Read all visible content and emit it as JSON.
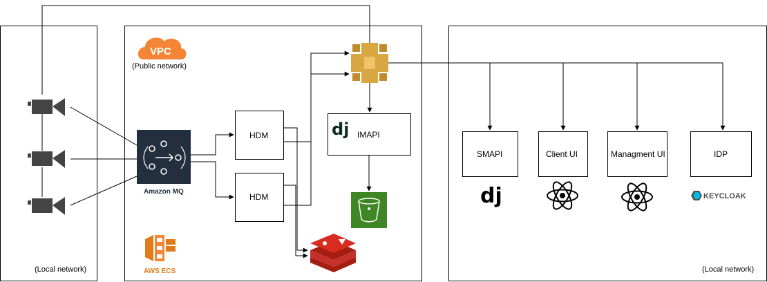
{
  "diagram": {
    "vpc_label": "VPC",
    "public_network": "(Public network)",
    "local_network_left": "(Local network)",
    "local_network_right": "(Local network)",
    "amazon_mq": "Amazon MQ",
    "aws_ecs": "AWS ECS",
    "hdm_1": "HDM",
    "hdm_2": "HDM",
    "imapi": "IMAPI",
    "django_mark": "dj",
    "smapi": "SMAPI",
    "client_ui": "Client UI",
    "management_ui": "Managment UI",
    "idp": "IDP",
    "keycloak": "KEYCLOAK",
    "icons": [
      "camera-icon",
      "amazon-mq-icon",
      "api-gateway-icon",
      "s3-bucket-icon",
      "redis-icon",
      "aws-ecs-icon",
      "vpc-cloud-icon",
      "django-icon",
      "react-icon",
      "keycloak-icon"
    ],
    "colors": {
      "aws_orange": "#f58536",
      "api_gateway": "#d9a741",
      "s3_green": "#3f8624",
      "redis_red": "#c6302b",
      "mq_dark": "#232f3e",
      "camera_gray": "#444444"
    }
  }
}
